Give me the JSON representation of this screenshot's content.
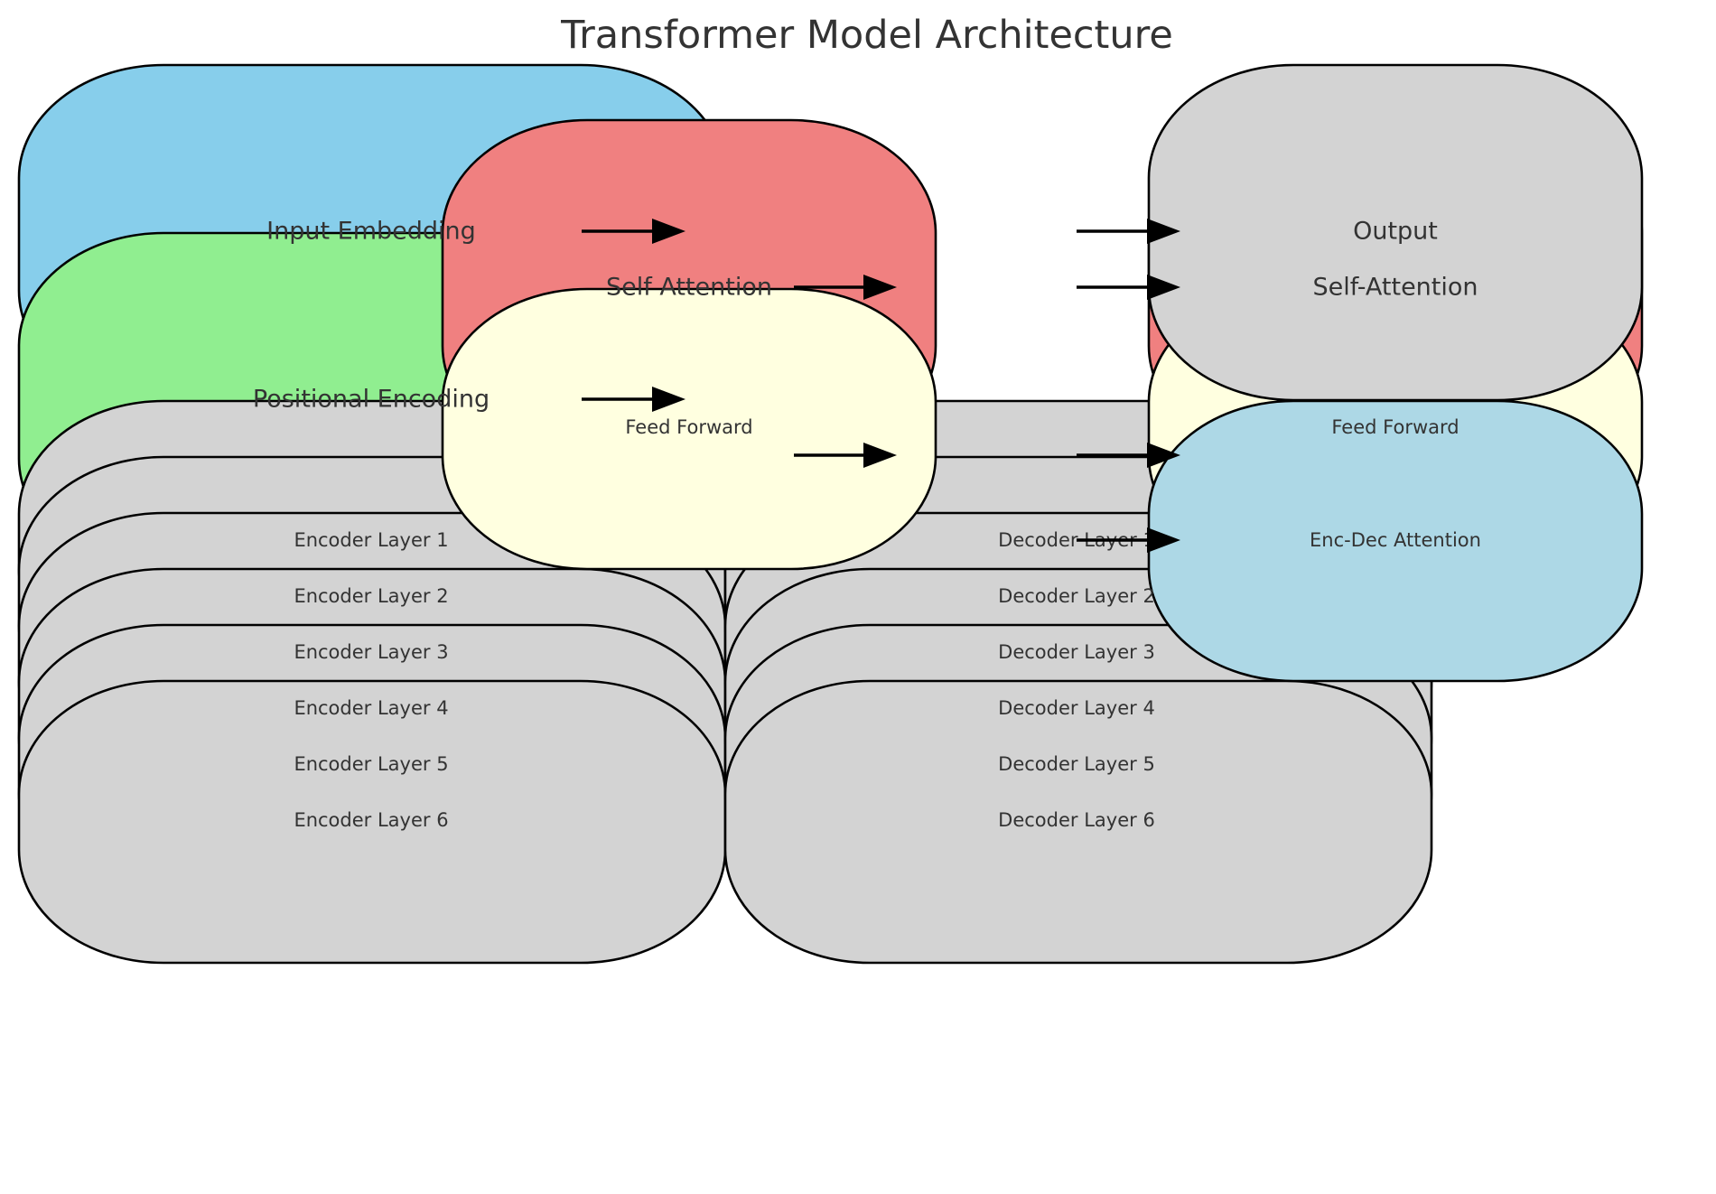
{
  "title": "Transformer Model Architecture",
  "colors": {
    "input_embedding": "#87CEEB",
    "positional_encoding": "#90EE90",
    "self_attention": "#F08080",
    "feed_forward": "#FFFFE0",
    "layer": "#D3D3D3",
    "output": "#D3D3D3",
    "enc_dec_attention": "#ADD8E6"
  },
  "blocks": {
    "input_embedding": "Input Embedding",
    "positional_encoding": "Positional Encoding",
    "self_attention": "Self Attention",
    "feed_forward": "Feed Forward",
    "output": "Output",
    "decoder_self_attention": "Self-Attention",
    "decoder_feed_forward": "Feed Forward",
    "enc_dec_attention": "Enc-Dec Attention"
  },
  "encoder_layers": [
    "Encoder Layer 1",
    "Encoder Layer 2",
    "Encoder Layer 3",
    "Encoder Layer 4",
    "Encoder Layer 5",
    "Encoder Layer 6"
  ],
  "decoder_layers": [
    "Decoder Layer 1",
    "Decoder Layer 2",
    "Decoder Layer 3",
    "Decoder Layer 4",
    "Decoder Layer 5",
    "Decoder Layer 6"
  ]
}
